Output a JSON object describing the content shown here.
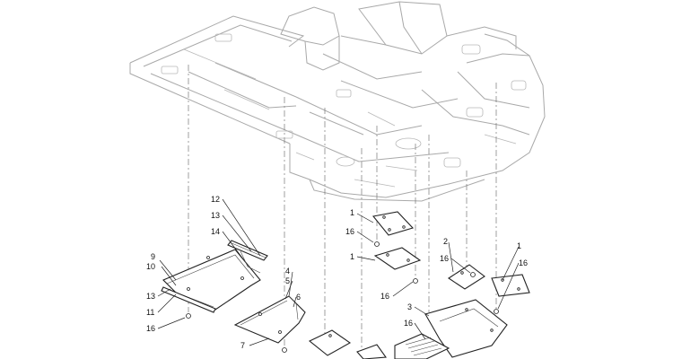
{
  "callouts": {
    "c12": "12",
    "c13a": "13",
    "c14": "14",
    "c9": "9",
    "c10": "10",
    "c13b": "13",
    "c11": "11",
    "c16a": "16",
    "c4": "4",
    "c5": "5",
    "c6": "6",
    "c7": "7",
    "c1a": "1",
    "c16b": "16",
    "c1b": "1",
    "c16c": "16",
    "c2": "2",
    "c16d": "16",
    "c1c": "1",
    "c16e": "16",
    "c3": "3",
    "c16f": "16"
  }
}
